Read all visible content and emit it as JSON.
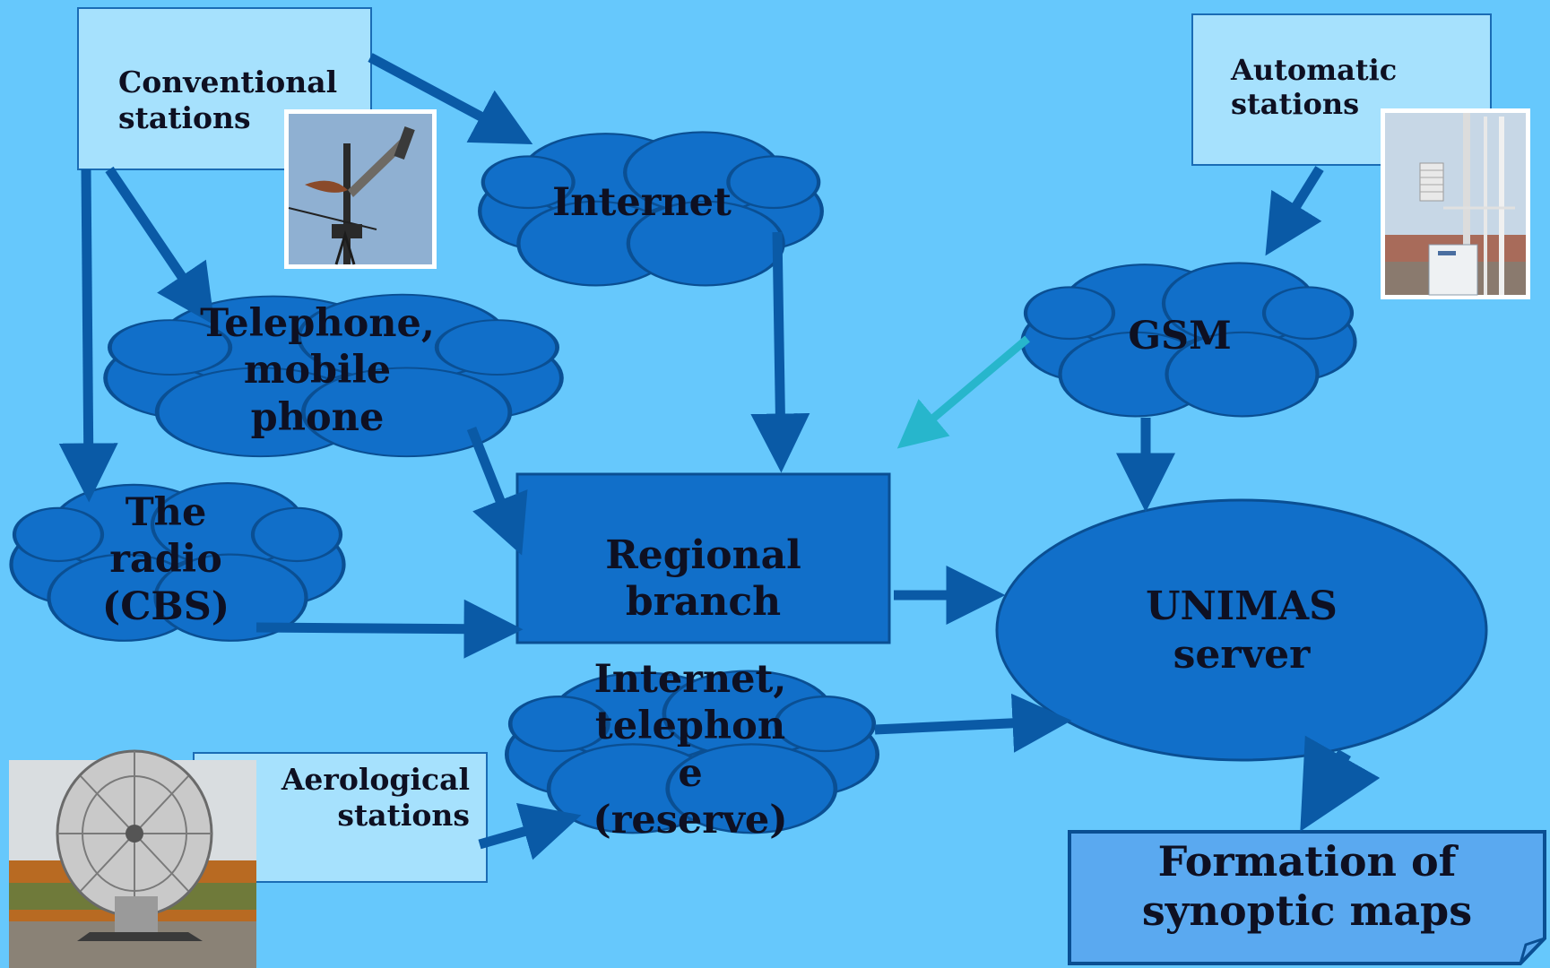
{
  "colors": {
    "background": "#66c8fc",
    "node_fill": "#116fc9",
    "node_stroke": "#0a4f93",
    "arrow": "#0a5aa6",
    "arrow_highlight": "#27b6cc",
    "station_box": "#a6e1fd",
    "output_box": "#5aa9f0"
  },
  "nodes": {
    "conventional": "Conventional\nstations",
    "automatic": "Automatic\nstations",
    "aerological": "Aerological\nstations",
    "internet": "Internet",
    "telephone": "Telephone,\nmobile\nphone",
    "radio": "The\nradio\n(CBS)",
    "gsm": "GSM",
    "regional": "Regional branch",
    "unimas": "UNIMAS\nserver",
    "internet_reserve": "Internet,\ntelephon\ne\n(reserve)",
    "synoptic": "Formation of\nsynoptic maps"
  },
  "photos": {
    "conventional": "anemometer-photo",
    "automatic": "weather-station-photo",
    "aerological": "radar-dish-photo"
  }
}
